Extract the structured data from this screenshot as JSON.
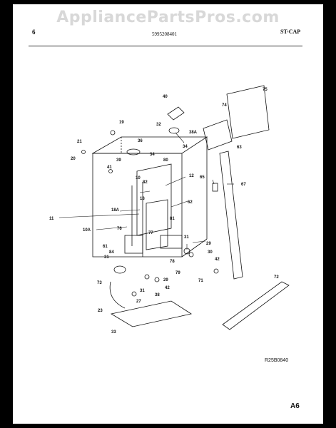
{
  "watermark": "AppliancePartsPros.com",
  "header": {
    "page_number": "6",
    "part_number": "5995208401",
    "model_code": "ST-CAP"
  },
  "labels": {
    "c19": "19",
    "c21": "21",
    "c20": "20",
    "c36": "36",
    "c39": "39",
    "c34": "34",
    "c41": "41",
    "c10": "10",
    "c80": "80",
    "c82a": "82",
    "c18": "18",
    "c12": "12",
    "c62": "62",
    "c81": "81",
    "c18a": "18A",
    "c11": "11",
    "c10a": "10A",
    "c77": "77",
    "c76": "76",
    "c61": "61",
    "c84": "84",
    "c31a": "31",
    "c29a": "29",
    "c30": "30",
    "c31b": "31",
    "c78": "78",
    "c79": "79",
    "c42a": "42",
    "c42b": "42",
    "c29b": "29",
    "c73": "73",
    "c31c": "31",
    "c38": "38",
    "c71": "71",
    "c27": "27",
    "c23": "23",
    "c33": "33",
    "c40": "40",
    "c32": "32",
    "c38a": "38A",
    "c34b": "34",
    "c74": "74",
    "c75": "75",
    "c63": "63",
    "c65": "65",
    "c67": "67",
    "c72": "72"
  },
  "footer": {
    "drawing_code": "R25B0840",
    "sheet_id": "A6"
  }
}
